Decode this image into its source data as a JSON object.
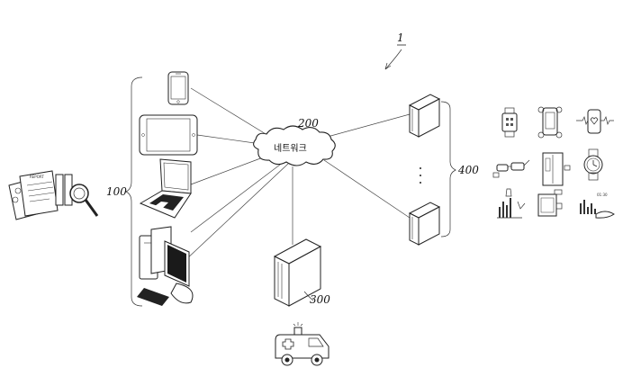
{
  "labels": {
    "system_ref": "1",
    "devices_ref": "100",
    "network_ref": "200",
    "network_text": "네트워크",
    "server_ref": "300",
    "servers_ref": "400",
    "report_text": "REPORT",
    "time_text": "01:30"
  },
  "icons": {
    "devices": [
      "smartphone-icon",
      "tablet-icon",
      "laptop-icon",
      "desktop-computer-icon"
    ],
    "wearables": [
      "smartwatch-icon",
      "fitness-band-icon",
      "heart-rate-watch-icon",
      "smart-glasses-icon",
      "smart-fridge-icon",
      "analog-watch-icon",
      "exercise-chart-icon",
      "scale-device-icon",
      "sleep-tracker-icon"
    ]
  }
}
